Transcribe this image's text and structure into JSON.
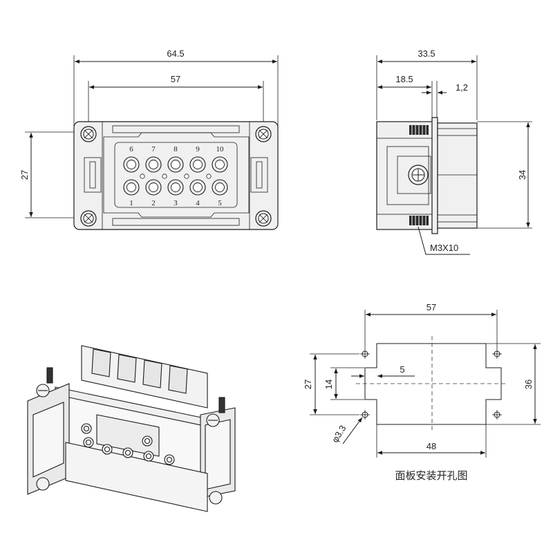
{
  "dimensions": {
    "front_width_overall": "64.5",
    "front_hole_spacing": "57",
    "front_height": "27",
    "side_depth_overall": "33.5",
    "side_depth_partial": "18.5",
    "side_flange": "1,2",
    "side_height": "34",
    "screw_label": "M3X10",
    "cutout_hole_spacing_x": "57",
    "cutout_hole_spacing_y": "27",
    "cutout_inner_height": "14",
    "cutout_slot": "5",
    "cutout_height": "36",
    "cutout_width": "48",
    "cutout_hole_dia": "φ3.3"
  },
  "pins": {
    "top_row": [
      "6",
      "7",
      "8",
      "9",
      "10"
    ],
    "bottom_row": [
      "1",
      "2",
      "3",
      "4",
      "5"
    ]
  },
  "caption": "面板安装开孔图"
}
